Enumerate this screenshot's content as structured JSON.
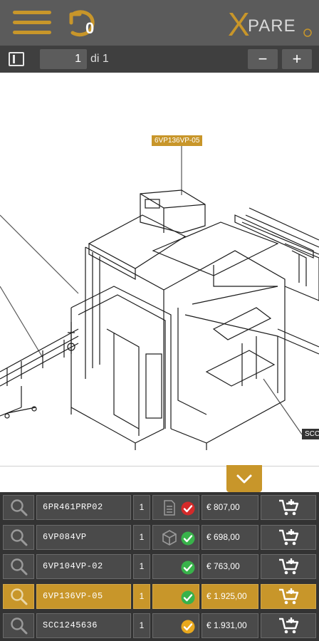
{
  "header": {
    "undo_count": "0",
    "logo_text": "XPARE"
  },
  "pagebar": {
    "page_value": "1",
    "page_of": "di 1",
    "zoom_out_label": "−",
    "zoom_in_label": "+"
  },
  "drawing": {
    "callout_top": "6VP136VP-05",
    "callout_right": "SCC"
  },
  "parts": [
    {
      "code": "6PR461PRP02",
      "qty": "1",
      "doc_icon": "document-icon",
      "stock_icon": "",
      "status": "red",
      "price": "€ 807,00",
      "selected": false
    },
    {
      "code": "6VP084VP",
      "qty": "1",
      "doc_icon": "",
      "stock_icon": "box-icon",
      "status": "green",
      "price": "€ 698,00",
      "selected": false
    },
    {
      "code": "6VP104VP-02",
      "qty": "1",
      "doc_icon": "",
      "stock_icon": "",
      "status": "green",
      "price": "€ 763,00",
      "selected": false
    },
    {
      "code": "6VP136VP-05",
      "qty": "1",
      "doc_icon": "",
      "stock_icon": "",
      "status": "green",
      "price": "€ 1.925,00",
      "selected": true
    },
    {
      "code": "SCC1245636",
      "qty": "1",
      "doc_icon": "",
      "stock_icon": "",
      "status": "amber",
      "price": "€ 1.931,00",
      "selected": false
    }
  ],
  "colors": {
    "accent": "#c8962a",
    "status_red": "#d42a2a",
    "status_green": "#38b24a",
    "status_amber": "#e8a81e"
  }
}
